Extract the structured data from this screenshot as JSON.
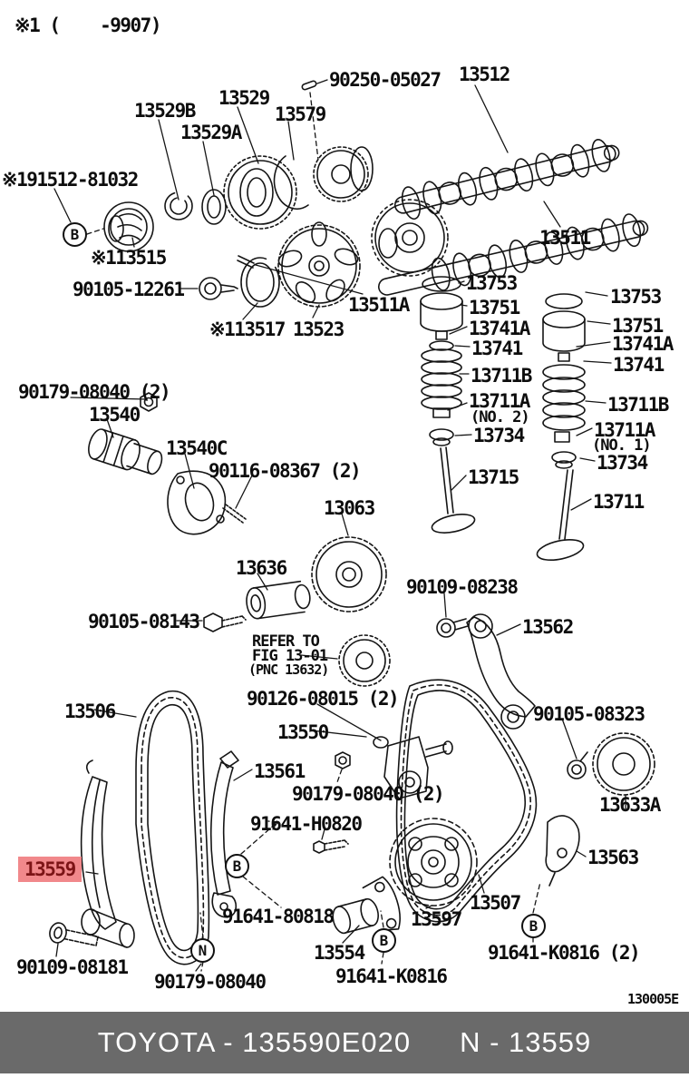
{
  "page": {
    "note": "※1 (    -9907)",
    "diagram_code": "130005E"
  },
  "highlight": {
    "part": "13559",
    "bg": "#f1888b",
    "fg": "#7c1416"
  },
  "markers": {
    "b": "B",
    "n": "N"
  },
  "refer_note": {
    "line1": "REFER TO",
    "line2": "FIG 13-01",
    "line3": "(PNC 13632)"
  },
  "labels": {
    "l13529B": "13529B",
    "l13529": "13529",
    "l13529A": "13529A",
    "l13579": "13579",
    "l90250_05027": "90250-05027",
    "l13512": "13512",
    "l191512_81032": "※191512-81032",
    "l13511": "13511",
    "l113515": "※113515",
    "l90105_12261": "90105-12261",
    "l113517": "※113517",
    "l13523": "13523",
    "l13511A": "13511A",
    "l13753_a": "13753",
    "l13751_a": "13751",
    "l13741A_a": "13741A",
    "l13741_a": "13741",
    "l13711B_a": "13711B",
    "l13711A_a": "13711A",
    "no2": "(NO. 2)",
    "l13734_a": "13734",
    "l13715": "13715",
    "l13753_b": "13753",
    "l13751_b": "13751",
    "l13741A_b": "13741A",
    "l13741_b": "13741",
    "l13711B_b": "13711B",
    "l13711A_b": "13711A",
    "no1": "(NO. 1)",
    "l13734_b": "13734",
    "l13711": "13711",
    "l90179_08040_2a": "90179-08040 (2)",
    "l13540": "13540",
    "l13540C": "13540C",
    "l90116_08367": "90116-08367 (2)",
    "l13063": "13063",
    "l13636": "13636",
    "l90105_08143": "90105-08143",
    "l90109_08238": "90109-08238",
    "l13562": "13562",
    "l90126_08015": "90126-08015 (2)",
    "l13506": "13506",
    "l13550": "13550",
    "l90105_08323": "90105-08323",
    "l13561": "13561",
    "l90179_08040_2b": "90179-08040 (2)",
    "l91641_H0820": "91641-H0820",
    "l13633A": "13633A",
    "l13559": "13559",
    "l13563": "13563",
    "l91641_80818": "91641-80818",
    "l13597": "13597",
    "l13507": "13507",
    "l90109_08181": "90109-08181",
    "l13554": "13554",
    "l91641_K0816": "91641-K0816",
    "l90179_08040_c": "90179-08040",
    "l91641_K0816_2": "91641-K0816 (2)"
  },
  "footer": {
    "left": "TOYOTA - 135590E020",
    "right": "N - 13559"
  }
}
